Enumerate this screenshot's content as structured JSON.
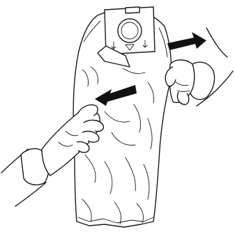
{
  "figure": {
    "description_labels": [],
    "arrows": [
      {
        "name": "pull-right-arrow",
        "direction": "right",
        "color": "#111111"
      },
      {
        "name": "pull-left-arrow",
        "direction": "left",
        "color": "#111111"
      }
    ],
    "icons": [
      "dust-bag-icon",
      "bag-collar-icon",
      "left-hand-icon",
      "right-hand-icon"
    ],
    "colors": {
      "line": "#1a1a1a",
      "background": "#ffffff"
    }
  }
}
